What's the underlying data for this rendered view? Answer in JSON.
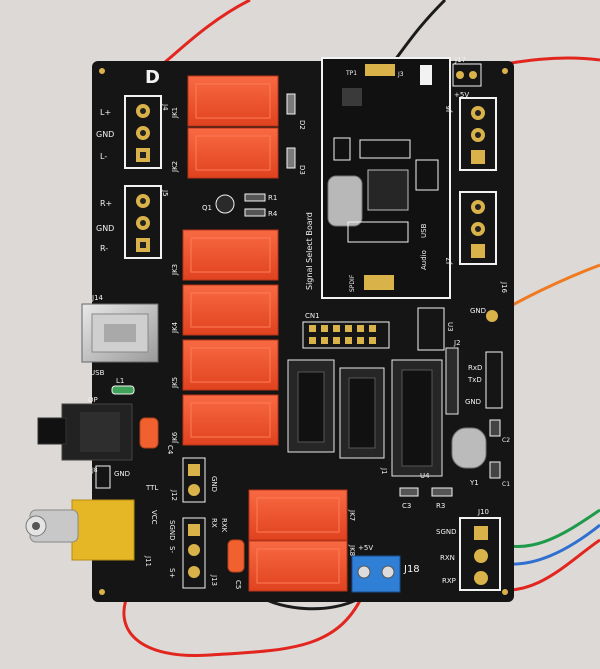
{
  "board": {
    "logo": "D",
    "module_title": "Signal Select Board",
    "module_small_labels": [
      "Audio",
      "SPDIF",
      "USB"
    ],
    "silkscreen": {
      "j4": "J4",
      "j5": "J5",
      "j6": "J6",
      "j7": "J7",
      "j12": "J12",
      "j13": "J13",
      "j14": "J14",
      "j16": "J16",
      "j17": "J17",
      "j18": "J18",
      "j10": "J10",
      "j2": "J2",
      "j11": "J11",
      "j8": "J8",
      "j1": "J1",
      "jk1": "JK1",
      "jk2": "JK2",
      "jk3": "JK3",
      "jk4": "JK4",
      "jk5": "JK5",
      "jk6": "JK6",
      "jk7": "JK7",
      "jk8": "JK8",
      "l_plus": "L+",
      "gnd": "GND",
      "l_minus": "L-",
      "r_plus": "R+",
      "r_minus": "R-",
      "usb": "USB",
      "op": "OP",
      "l1": "L1",
      "c4": "C4",
      "c5": "C5",
      "ttl": "TTL",
      "vcc": "VCC",
      "sgnd": "SGND",
      "s_minus": "S-",
      "s_plus": "S+",
      "rxn": "RXN",
      "rxp": "RXP",
      "rxd": "RxD",
      "txd": "TxD",
      "plus5v": "+5V",
      "cn1": "CN1",
      "rx": "RX",
      "rxk": "RXK",
      "d2": "D2",
      "d3": "D3",
      "r1": "R1",
      "r4": "R4",
      "q1": "Q1",
      "r3": "R3",
      "c3": "C3",
      "y1": "Y1",
      "u3": "U3",
      "u4": "U4",
      "c1": "C1",
      "c2": "C2",
      "tp1": "TP1",
      "j3": "J3"
    }
  },
  "colors": {
    "pcb": "#151515",
    "relay": "#f2542e",
    "silk": "#f2f2f2",
    "gold": "#d9b24a",
    "wire_red": "#e2261f",
    "wire_green": "#1f9a4a",
    "wire_blue": "#2f6fd0",
    "wire_orange": "#f07a22"
  }
}
